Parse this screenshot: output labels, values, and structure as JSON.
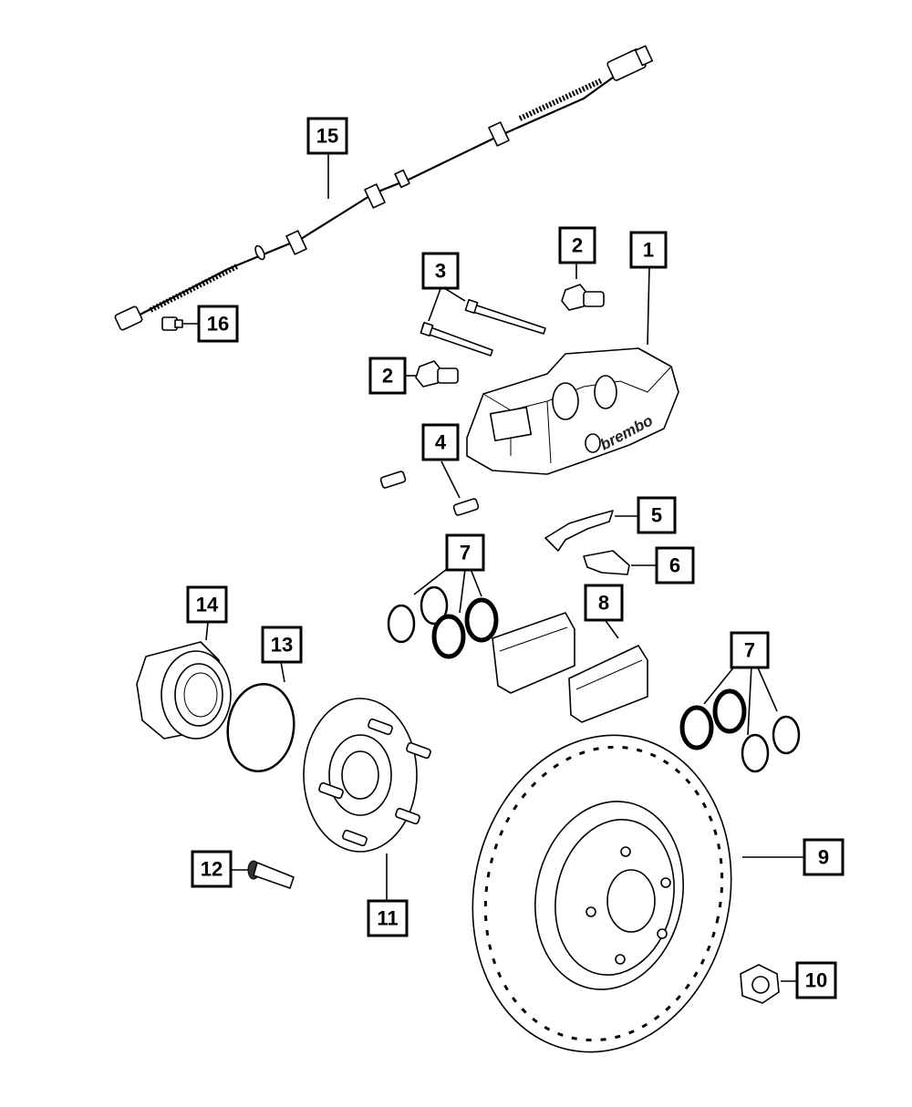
{
  "diagram": {
    "brand_mark": "brembo",
    "callouts": [
      {
        "id": "c1",
        "label": "1"
      },
      {
        "id": "c2a",
        "label": "2"
      },
      {
        "id": "c2b",
        "label": "2"
      },
      {
        "id": "c3",
        "label": "3"
      },
      {
        "id": "c4",
        "label": "4"
      },
      {
        "id": "c5",
        "label": "5"
      },
      {
        "id": "c6",
        "label": "6"
      },
      {
        "id": "c7a",
        "label": "7"
      },
      {
        "id": "c7b",
        "label": "7"
      },
      {
        "id": "c8",
        "label": "8"
      },
      {
        "id": "c9",
        "label": "9"
      },
      {
        "id": "c10",
        "label": "10"
      },
      {
        "id": "c11",
        "label": "11"
      },
      {
        "id": "c12",
        "label": "12"
      },
      {
        "id": "c13",
        "label": "13"
      },
      {
        "id": "c14",
        "label": "14"
      },
      {
        "id": "c15",
        "label": "15"
      },
      {
        "id": "c16",
        "label": "16"
      }
    ]
  }
}
